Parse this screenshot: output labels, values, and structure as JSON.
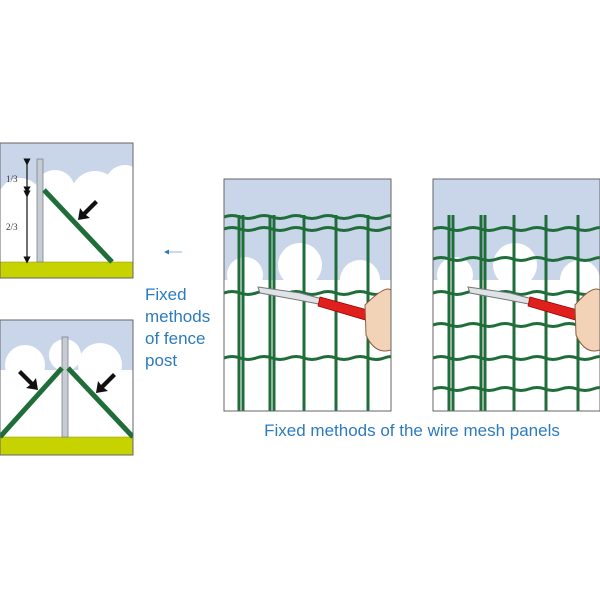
{
  "fence_post": {
    "caption": "Fixed methods of fence post",
    "fraction_top": "1/3",
    "fraction_bottom": "2/3"
  },
  "mesh_panels": {
    "caption": "Fixed methods of the wire mesh panels"
  },
  "colors": {
    "sky": "#c9d6ea",
    "ground": "#c6d300",
    "wire": "#1f6e3a",
    "post": "#c7ccd2",
    "caption_text": "#2c7bbf",
    "pliers_handle": "#e0201c"
  }
}
